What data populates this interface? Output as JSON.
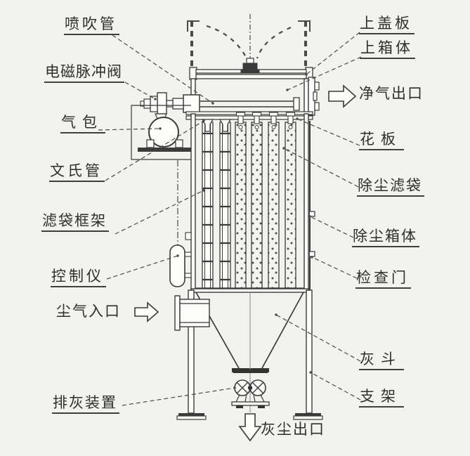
{
  "diagram": {
    "subject": "pulse-jet-bag-filter-schematic",
    "colors": {
      "ink": "#3a3a3a",
      "background": "#f2f2ef",
      "leader": "#4a4a4a"
    },
    "labels": {
      "spray_pipe": "喷吹管",
      "pulse_valve": "电磁脉冲阀",
      "air_tank": "气包",
      "venturi": "文氏管",
      "bag_cage": "滤袋框架",
      "controller": "控制仪",
      "dust_inlet": "尘气入口",
      "ash_discharger": "排灰装置",
      "top_cover": "上盖板",
      "upper_box": "上箱体",
      "clean_outlet": "净气出口",
      "tube_sheet": "花板",
      "filter_bag": "除尘滤袋",
      "dust_chamber": "除尘箱体",
      "inspection_door": "检查门",
      "ash_hopper": "灰斗",
      "support": "支架",
      "dust_outlet": "灰尘出口"
    },
    "arrows": {
      "clean_outlet_direction": "right",
      "dust_inlet_direction": "right",
      "dust_outlet_direction": "down"
    }
  }
}
